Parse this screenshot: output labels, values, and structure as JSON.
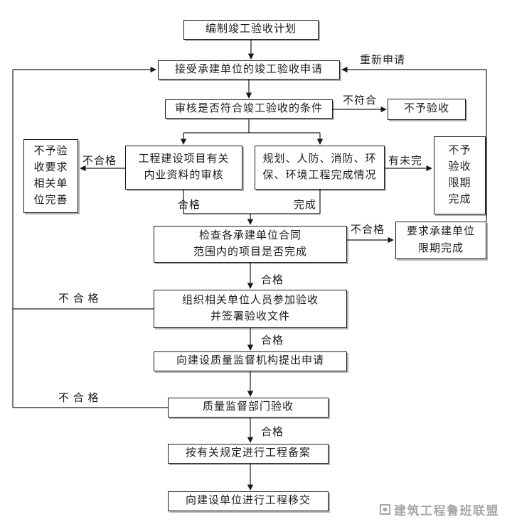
{
  "diagram": {
    "type": "flowchart",
    "nodes": {
      "plan": {
        "label": "编制竣工验收计划"
      },
      "accept": {
        "label": "接受承建单位的竣工验收申请"
      },
      "review": {
        "label": "审核是否符合竣工验收的条件"
      },
      "no_accept": {
        "label": "不予验收"
      },
      "docs_review": {
        "label": "工程建设项目有关\n内业资料的审核"
      },
      "planning_status": {
        "label": "规划、人防、消防、环\n保、环境工程完成情况"
      },
      "no_accept_improve": {
        "label": "不予验\n收要求\n相关单\n位完善"
      },
      "no_accept_deadline": {
        "label": "不予\n验收\n限期\n完成"
      },
      "contract_check": {
        "label": "检查各承建单位合同\n范围内的项目是否完成"
      },
      "require_deadline": {
        "label": "要求承建单位\n限期完成"
      },
      "organize_acceptance": {
        "label": "组织相关单位人员参加验收\n并签署验收文件"
      },
      "apply_supervision": {
        "label": "向建设质量监督机构提出申请"
      },
      "supervision_acceptance": {
        "label": "质量监督部门验收"
      },
      "project_record": {
        "label": "按有关规定进行工程备案"
      },
      "project_transfer": {
        "label": "向建设单位进行工程移交"
      }
    },
    "edge_labels": {
      "reapply": "重新申请",
      "nonconform": "不符合",
      "unqualified_docs": "不合格",
      "incomplete": "有未完",
      "qualified_docs": "合格",
      "complete_planning": "完成",
      "unqualified_check": "不合格",
      "qualified_check": "合格",
      "unqualified_organize": "不 合 格",
      "qualified_organize": "合格",
      "unqualified_supervision": "不 合 格",
      "qualified_supervision": "合格"
    },
    "watermark": "建筑工程鲁班联盟",
    "colors": {
      "line": "#1a1a1a",
      "box_border": "#1a1a1a",
      "box_fill": "#ffffff",
      "watermark": "#a8a8a8"
    }
  }
}
